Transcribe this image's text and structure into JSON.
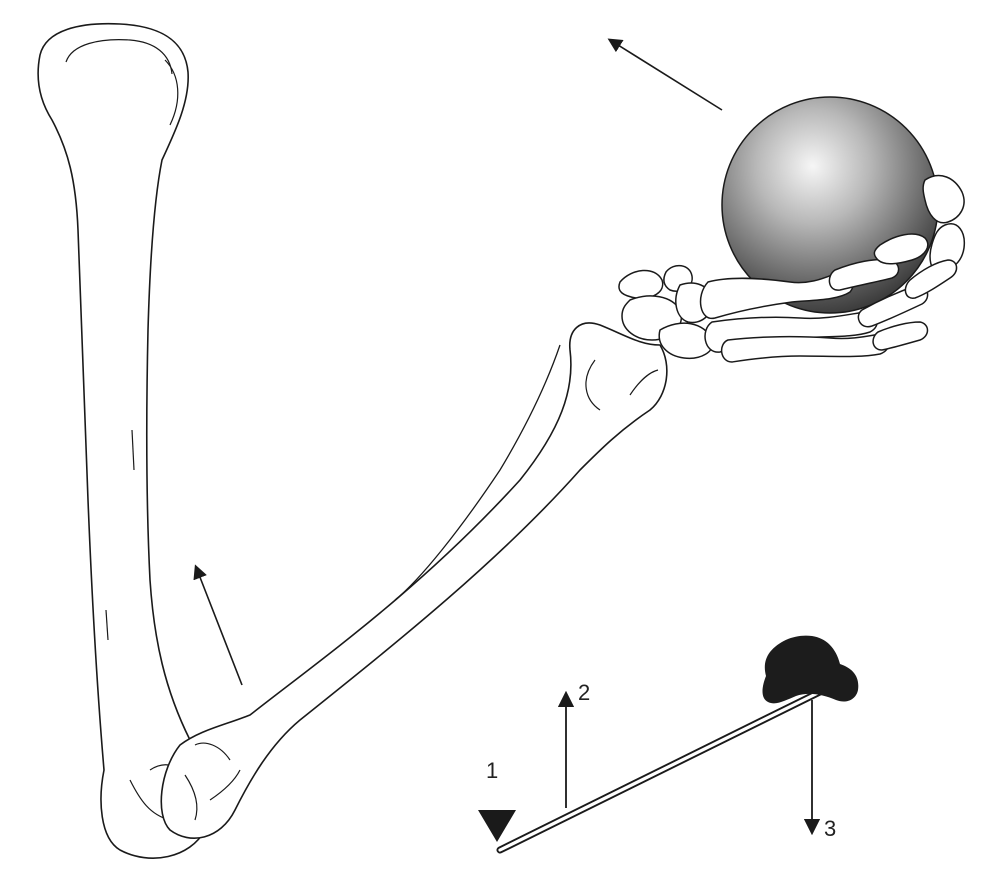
{
  "labels": {
    "fulcrum": "1",
    "effort": "2",
    "load": "3"
  },
  "colors": {
    "line": "#1a1a1a",
    "bone_fill": "#ffffff",
    "ball_light": "#f2f2f2",
    "ball_dark": "#3a3a3a",
    "lever_block": "#1c1c1c"
  },
  "icons": [
    "humerus-bone",
    "forearm-bones",
    "hand-bones",
    "ball",
    "fulcrum-triangle",
    "weight-block"
  ]
}
